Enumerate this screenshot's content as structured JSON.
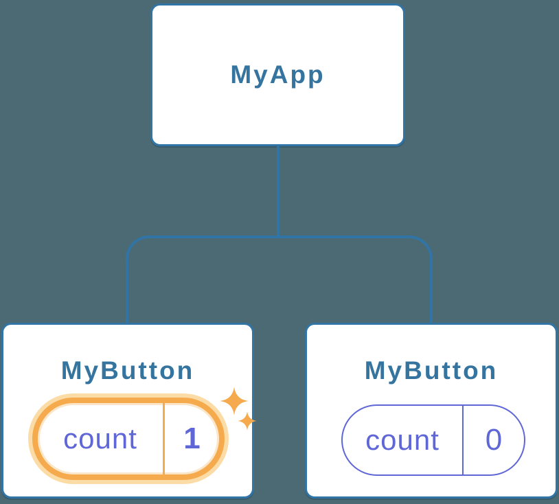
{
  "colors": {
    "canvas_bg": "#4C6A74",
    "node_bg": "#FFFFFF",
    "node_border": "#3174A6",
    "node_text": "#35749E",
    "connector": "#3174A6",
    "state_purple": "#5F66D6",
    "highlight_orange": "#F5AB4D",
    "highlight_glow": "#FBDCA7"
  },
  "tree": {
    "root": {
      "label": "MyApp"
    },
    "children": [
      {
        "label": "MyButton",
        "state": {
          "key": "count",
          "value": "1"
        },
        "highlighted": true,
        "icons": [
          "sparkle-icon-large",
          "sparkle-icon-small"
        ]
      },
      {
        "label": "MyButton",
        "state": {
          "key": "count",
          "value": "0"
        },
        "highlighted": false
      }
    ]
  }
}
